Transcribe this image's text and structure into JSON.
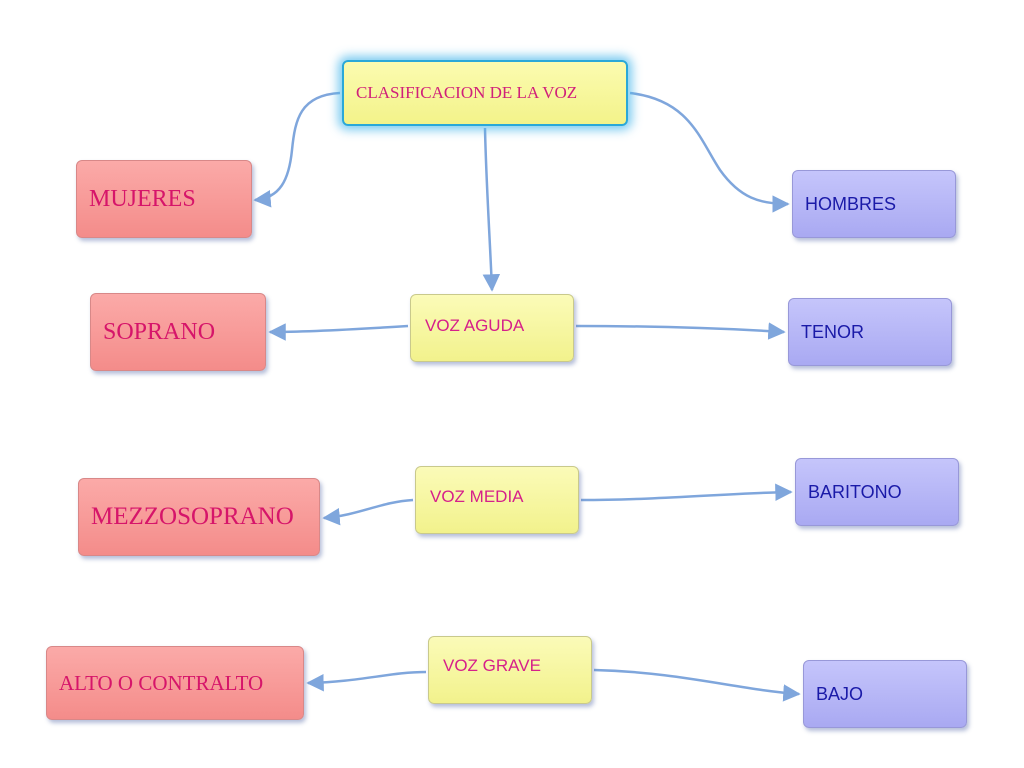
{
  "diagram": {
    "root": {
      "label": "CLASIFICACION DE LA VOZ"
    },
    "categories": {
      "women": "MUJERES",
      "men": "HOMBRES"
    },
    "levels": [
      {
        "range": "VOZ AGUDA",
        "female": "SOPRANO",
        "male": "TENOR"
      },
      {
        "range": "VOZ MEDIA",
        "female": "MEZZOSOPRANO",
        "male": "BARITONO"
      },
      {
        "range": "VOZ GRAVE",
        "female": "ALTO O CONTRALTO",
        "male": "BAJO"
      }
    ],
    "colors": {
      "root_fill": "#f6f69a",
      "root_glow": "#2aa8d8",
      "range_fill": "#f6f69a",
      "female_fill": "#f89a98",
      "male_fill": "#b5b5f6",
      "female_text": "#d6156a",
      "male_text": "#1a1aa8",
      "connector": "#7fa6dc"
    }
  }
}
